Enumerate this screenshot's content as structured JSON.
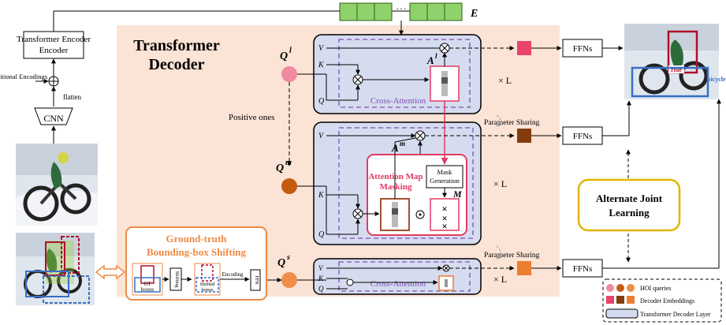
{
  "encoder": {
    "transformer_encoder": "Transformer Encoder",
    "positional_encodings": "Positional Encodings",
    "flatten": "flatten",
    "cnn": "CNN"
  },
  "decoder": {
    "title_line1": "Transformer",
    "title_line2": "Decoder",
    "embedding_label": "E",
    "positive_ones": "Positive ones",
    "cross_attention": "Cross-Attention",
    "times_L": "× L",
    "parameter_sharing": "Parameter Sharing",
    "attention_map_masking_line1": "Attention Map",
    "attention_map_masking_line2": "Masking",
    "mask_generation_line1": "Mask",
    "mask_generation_line2": "Generation",
    "A_l": "A",
    "A_l_sup": "l",
    "A_m": "A",
    "A_m_sup": "m",
    "M": "M",
    "Q_l": "Q",
    "Q_l_sup": "l",
    "Q_m": "Q",
    "Q_m_sup": "m",
    "Q_s": "Q",
    "Q_s_sup": "s",
    "V": "V",
    "K": "K",
    "Q": "Q"
  },
  "shifting": {
    "title_line1": "Ground-truth",
    "title_line2": "Bounding-box Shifting",
    "gt_boxes_line1": "GT",
    "gt_boxes_line2": "boxes",
    "shifting": "Shifting",
    "shifted_boxes_line1": "Shifted",
    "shifted_boxes_line2": "boxes",
    "encoding": "Encoding",
    "ffn": "FFN"
  },
  "outputs": {
    "ffns": "FFNs",
    "ride": "ride",
    "bicycle": "bicycle",
    "alternate_line1": "Alternate Joint",
    "alternate_line2": "Learning"
  },
  "legend": {
    "hoi_queries": "HOI queries",
    "decoder_embeddings": "Decoder Embeddings",
    "transformer_decoder_layer": "Transformer Decoder Layer"
  },
  "colors": {
    "decoder_bg": "#fbe3d5",
    "layer_fill": "#d6dcef",
    "q_l": "#f08aa0",
    "q_m": "#c55a11",
    "q_s": "#ee8e48",
    "emb_l": "#e8436b",
    "emb_m": "#843c0c",
    "emb_s": "#ed7d31",
    "embedding_green": "#8fd16b",
    "purple_dash": "#7d4fb8",
    "gold": "#e2b400",
    "mask_red": "#e23b64",
    "shift_orange": "#ee8a45"
  }
}
